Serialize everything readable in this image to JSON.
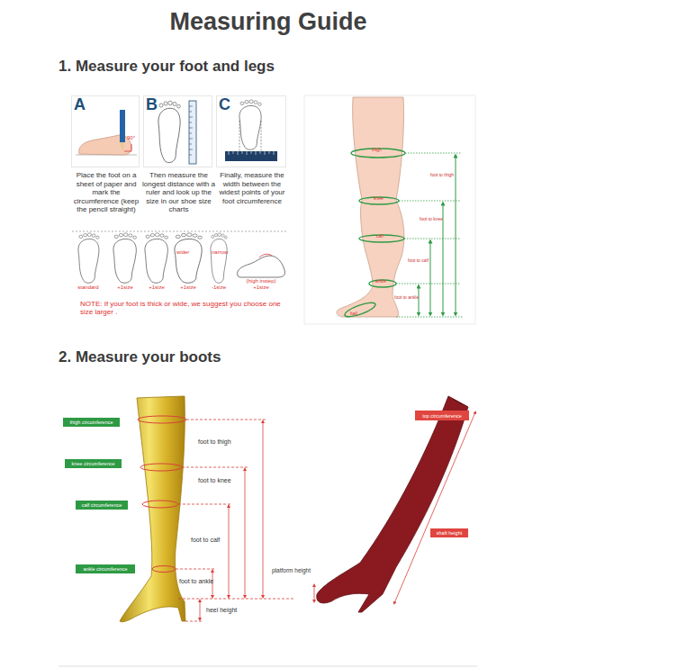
{
  "diagram": {
    "title": "Measuring Guide",
    "nodes": [
      {
        "text": [
          "A",
          "Place the foot on a sheet of paper and mark the circumference (keep the pencil straight)"
        ]
      },
      {
        "text": [
          "B",
          "Then measure the longest distance with a ruler and look up the size in our shoe size charts"
        ]
      },
      {
        "text": [
          "C",
          "Finally, measure the width between the widest points of your foot circumference"
        ]
      },
      {
        "text": [
          "thigh circumference"
        ]
      },
      {
        "text": [
          "knee circumference"
        ]
      },
      {
        "text": [
          "calf circumference"
        ]
      },
      {
        "text": [
          "ankle circumference"
        ]
      },
      {
        "text": [
          "top circumference"
        ]
      },
      {
        "text": [
          "shaft height"
        ]
      }
    ],
    "labels": [
      "1. Measure your foot and legs",
      "90°",
      "wider",
      "narrow",
      "standard",
      "+1size",
      "+1size",
      "+1size",
      "-1size",
      "(high instep) +1size",
      "NOTE: If your foot is thick or wide, we suggest you choose one size larger .",
      "thigh",
      "knee",
      "calf",
      "ankle",
      "ball",
      "foot to thigh",
      "foot to knee",
      "foot to calf",
      "foot to ankle",
      "2. Measure your boots",
      "foot to thigh",
      "foot to knee",
      "foot to calf",
      "foot to ankle",
      "heel height",
      "platform height"
    ]
  }
}
